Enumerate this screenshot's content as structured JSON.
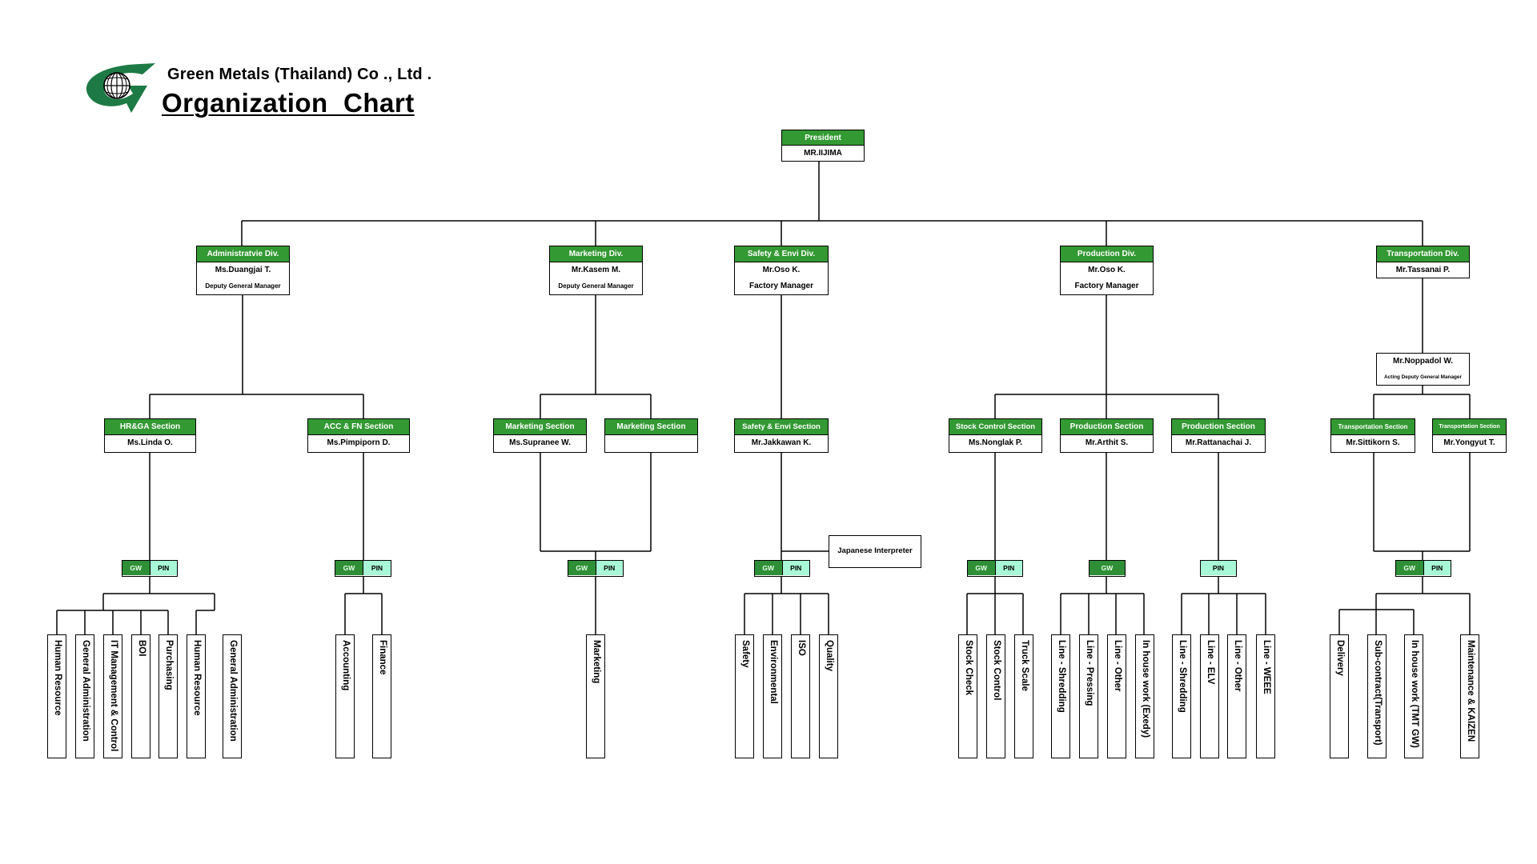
{
  "header": {
    "company": "Green Metals (Thailand) Co ., Ltd .",
    "title": "Organization  Chart"
  },
  "colors": {
    "header_green": "#339933",
    "gw_green": "#2f8f37",
    "pin_mint": "#a8f7d6",
    "logo_green": "#1d7a45"
  },
  "president": {
    "role": "President",
    "name": "MR.IIJIMA"
  },
  "divisions": [
    {
      "title": "Administratvie Div.",
      "name": "Ms.Duangjai T.",
      "position": "Deputy General Manager"
    },
    {
      "title": "Marketing Div.",
      "name": "Mr.Kasem M.",
      "position": "Deputy General Manager"
    },
    {
      "title": "Safety & Envi Div.",
      "name": "Mr.Oso K.",
      "position": "Factory Manager"
    },
    {
      "title": "Production Div.",
      "name": "Mr.Oso K.",
      "position": "Factory Manager"
    },
    {
      "title": "Transportation Div.",
      "name": "Mr.Tassanai P."
    }
  ],
  "acting": {
    "name": "Mr.Noppadol W.",
    "position": "Acting Deputy General Manager"
  },
  "sections": [
    {
      "title": "HR&GA Section",
      "name": "Ms.Linda O."
    },
    {
      "title": "ACC & FN Section",
      "name": "Ms.Pimpiporn D."
    },
    {
      "title": "Marketing Section",
      "name": "Ms.Supranee W."
    },
    {
      "title": "Marketing Section",
      "name": ""
    },
    {
      "title": "Safety & Envi Section",
      "name": "Mr.Jakkawan K."
    },
    {
      "title": "Stock Control Section",
      "name": "Ms.Nonglak P."
    },
    {
      "title": "Production Section",
      "name": "Mr.Arthit S."
    },
    {
      "title": "Production Section",
      "name": "Mr.Rattanachai J."
    },
    {
      "title": "Transportation Section",
      "name": "Mr.Sittikorn S."
    },
    {
      "title": "Transportation Section",
      "name": "Mr.Yongyut T."
    }
  ],
  "site_tags": {
    "gw": "GW",
    "pin": "PIN"
  },
  "interpreter": "Japanese Interpreter",
  "units": {
    "hr_ga": [
      "Human Resource",
      "General Administration",
      "IT Management  &  Control",
      "BOI",
      "Purchasing",
      "Human Resource",
      "General Administration"
    ],
    "acc_fn": [
      "Accounting",
      "Finance"
    ],
    "marketing": [
      "Marketing"
    ],
    "safety_envi": [
      "Safety",
      "Environmental",
      "ISO",
      "Quality"
    ],
    "stock_control": [
      "Stock Check",
      "Stock Control",
      "Truck Scale"
    ],
    "production_1": [
      "Line - Shredding",
      "Line - Pressing",
      "Line - Other",
      "In house work (Exedy)"
    ],
    "production_2": [
      "Line - Shredding",
      "Line - ELV",
      "Line - Other",
      "Line - WEEE"
    ],
    "transportation": [
      "Delivery",
      "Sub-contract(Transport)",
      "In house work (TMT GW)",
      "Maintenance  &  KAIZEN"
    ]
  }
}
